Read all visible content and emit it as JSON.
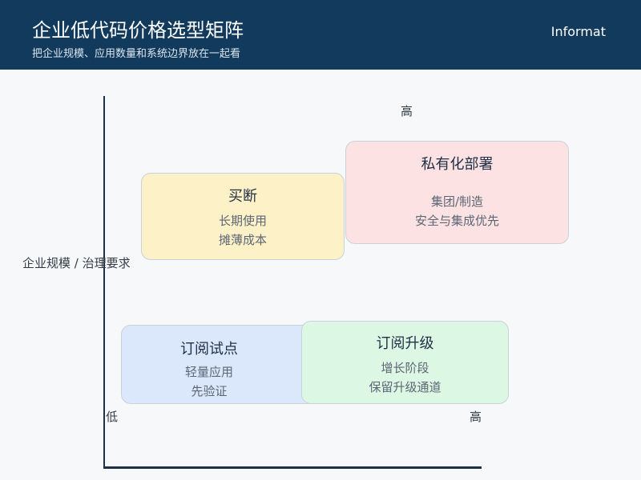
{
  "header": {
    "title": "企业低代码价格选型矩阵",
    "subtitle": "把企业规模、应用数量和系统边界放在一起看",
    "brand": "Informat"
  },
  "axes": {
    "y_label": "企业规模 / 治理要求",
    "y_high": "高",
    "low": "低",
    "x_high": "高"
  },
  "quadrants": {
    "private": {
      "title": "私有化部署",
      "lines": [
        "集团/制造",
        "安全与集成优先"
      ],
      "color": "#fde2e4"
    },
    "buyout": {
      "title": "买断",
      "lines": [
        "长期使用",
        "摊薄成本"
      ],
      "color": "#fdf1c7"
    },
    "trial": {
      "title": "订阅试点",
      "lines": [
        "轻量应用",
        "先验证"
      ],
      "color": "#dbe8fb"
    },
    "upgrade": {
      "title": "订阅升级",
      "lines": [
        "增长阶段",
        "保留升级通道"
      ],
      "color": "#ddf7e5"
    }
  },
  "colors": {
    "header_bg": "#123a5c",
    "axis": "#1f2f45",
    "background": "#f7f8fa"
  }
}
